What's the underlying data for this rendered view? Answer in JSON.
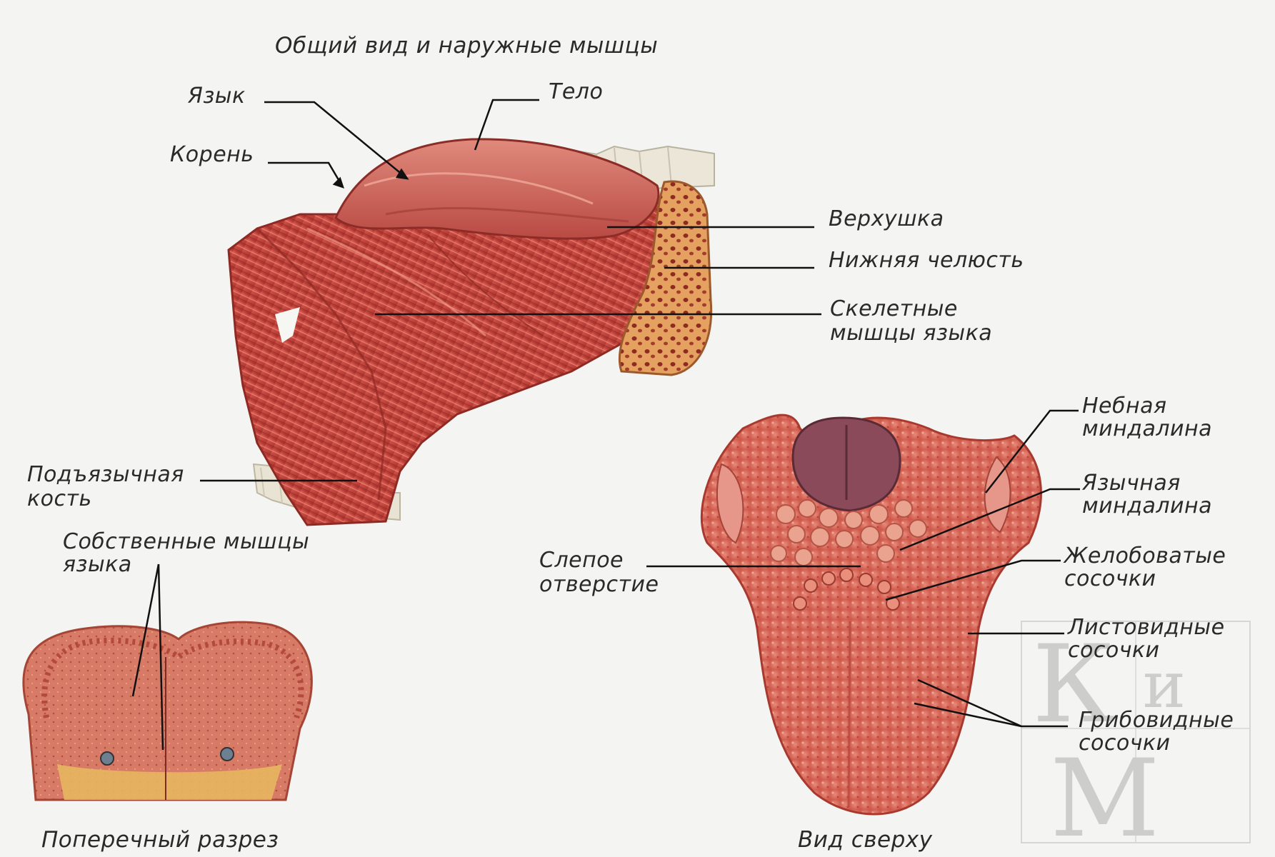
{
  "captions": {
    "general_view": "Общий вид и наружные мышцы",
    "cross_section": "Поперечный разрез",
    "top_view": "Вид сверху"
  },
  "labels": {
    "tongue": "Язык",
    "body": "Тело",
    "root": "Корень",
    "tip": "Верхушка",
    "mandible": "Нижняя челюсть",
    "skeletal_muscles_1": "Скелетные",
    "skeletal_muscles_2": "мышцы языка",
    "hyoid_1": "Подъязычная",
    "hyoid_2": "кость",
    "intrinsic_muscles_1": "Собственные мышцы",
    "intrinsic_muscles_2": "языка",
    "foramen_cecum_1": "Слепое",
    "foramen_cecum_2": "отверстие",
    "palatine_tonsil_1": "Небная",
    "palatine_tonsil_2": "миндалина",
    "lingual_tonsil_1": "Язычная",
    "lingual_tonsil_2": "миндалина",
    "vallate_papillae_1": "Желобоватые",
    "vallate_papillae_2": "сосочки",
    "foliate_papillae_1": "Листовидные",
    "foliate_papillae_2": "сосочки",
    "fungiform_papillae_1": "Грибовидные",
    "fungiform_papillae_2": "сосочки"
  },
  "watermark": {
    "letters": [
      "К",
      "и",
      "М"
    ]
  },
  "colors": {
    "muscle": "#c9463f",
    "muscle_dark": "#9e2e2a",
    "tongue_surface": "#d86a5e",
    "bone": "#e0a066",
    "tooth": "#ece8dc",
    "leader": "#111111"
  }
}
